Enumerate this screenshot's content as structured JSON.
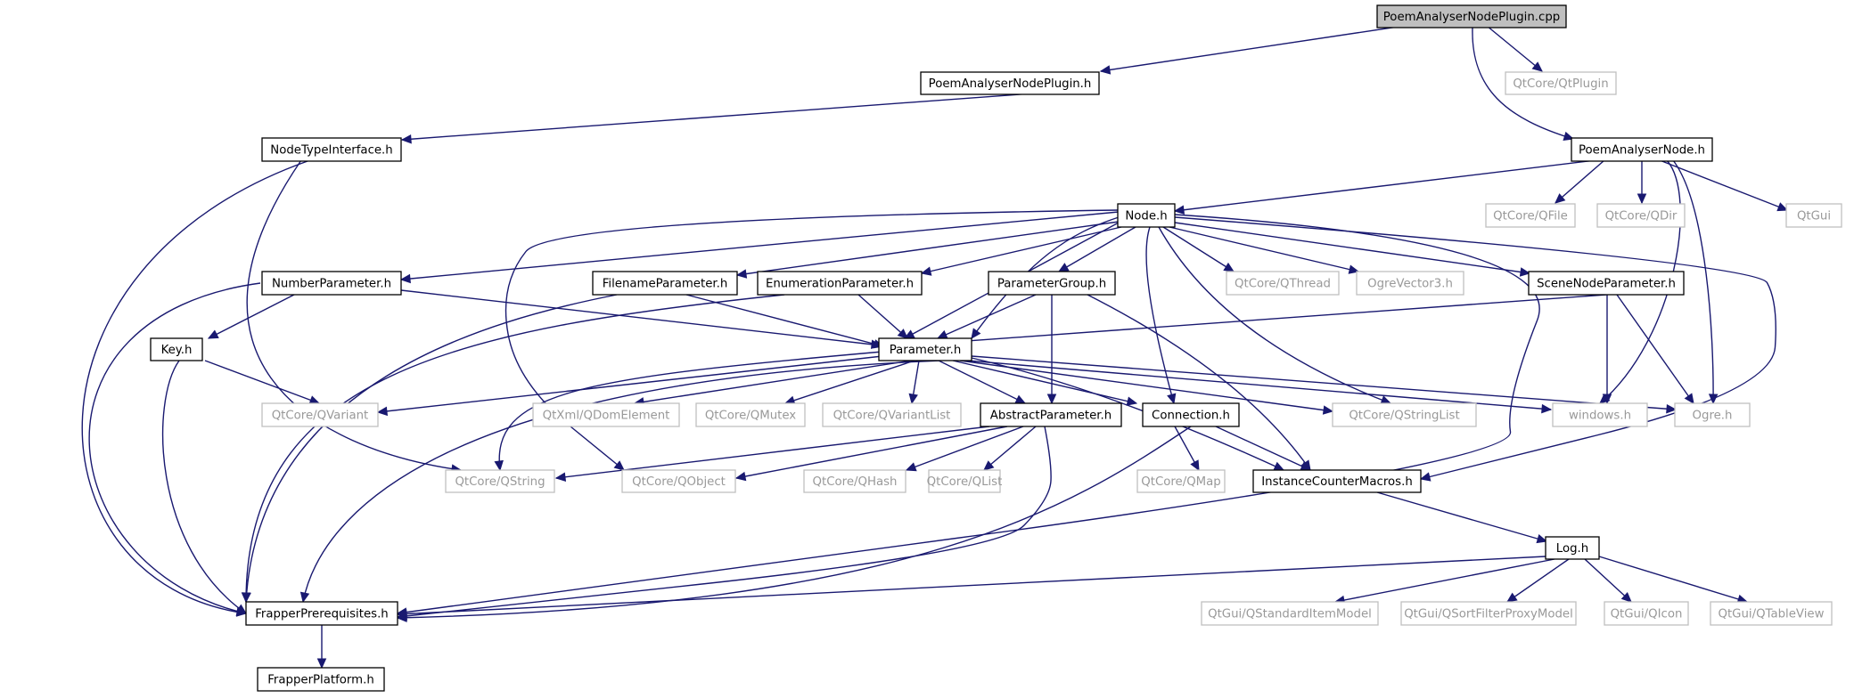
{
  "colors": {
    "edge": "#191970",
    "root_fill": "#bfbfbf",
    "system_border": "#bfbfbf",
    "system_text": "#999999"
  },
  "nodes": {
    "plugin_cpp": "PoemAnalyserNodePlugin.cpp",
    "plugin_h": "PoemAnalyserNodePlugin.h",
    "qtplugin": "QtCore/QtPlugin",
    "nodetypeinterface_h": "NodeTypeInterface.h",
    "poemanalysernode_h": "PoemAnalyserNode.h",
    "node_h": "Node.h",
    "qfile": "QtCore/QFile",
    "qdir": "QtCore/QDir",
    "qtgui": "QtGui",
    "numberparameter_h": "NumberParameter.h",
    "filenameparameter_h": "FilenameParameter.h",
    "enumerationparameter_h": "EnumerationParameter.h",
    "parametergroup_h": "ParameterGroup.h",
    "qthread": "QtCore/QThread",
    "ogrevector3_h": "OgreVector3.h",
    "scenenodeparameter_h": "SceneNodeParameter.h",
    "key_h": "Key.h",
    "parameter_h": "Parameter.h",
    "qvariant": "QtCore/QVariant",
    "qdomelement": "QtXml/QDomElement",
    "qmutex": "QtCore/QMutex",
    "qvariantlist": "QtCore/QVariantList",
    "abstractparameter_h": "AbstractParameter.h",
    "connection_h": "Connection.h",
    "qstringlist": "QtCore/QStringList",
    "windows_h": "windows.h",
    "ogre_h": "Ogre.h",
    "qstring": "QtCore/QString",
    "qobject": "QtCore/QObject",
    "qhash": "QtCore/QHash",
    "qlist": "QtCore/QList",
    "qmap": "QtCore/QMap",
    "instancecountermacros_h": "InstanceCounterMacros.h",
    "log_h": "Log.h",
    "frapperprerequisites_h": "FrapperPrerequisites.h",
    "qstandarditemmodel": "QtGui/QStandardItemModel",
    "qsortfilterproxymodel": "QtGui/QSortFilterProxyModel",
    "qicon": "QtGui/QIcon",
    "qtableview": "QtGui/QTableView",
    "frapperplatform_h": "FrapperPlatform.h"
  }
}
